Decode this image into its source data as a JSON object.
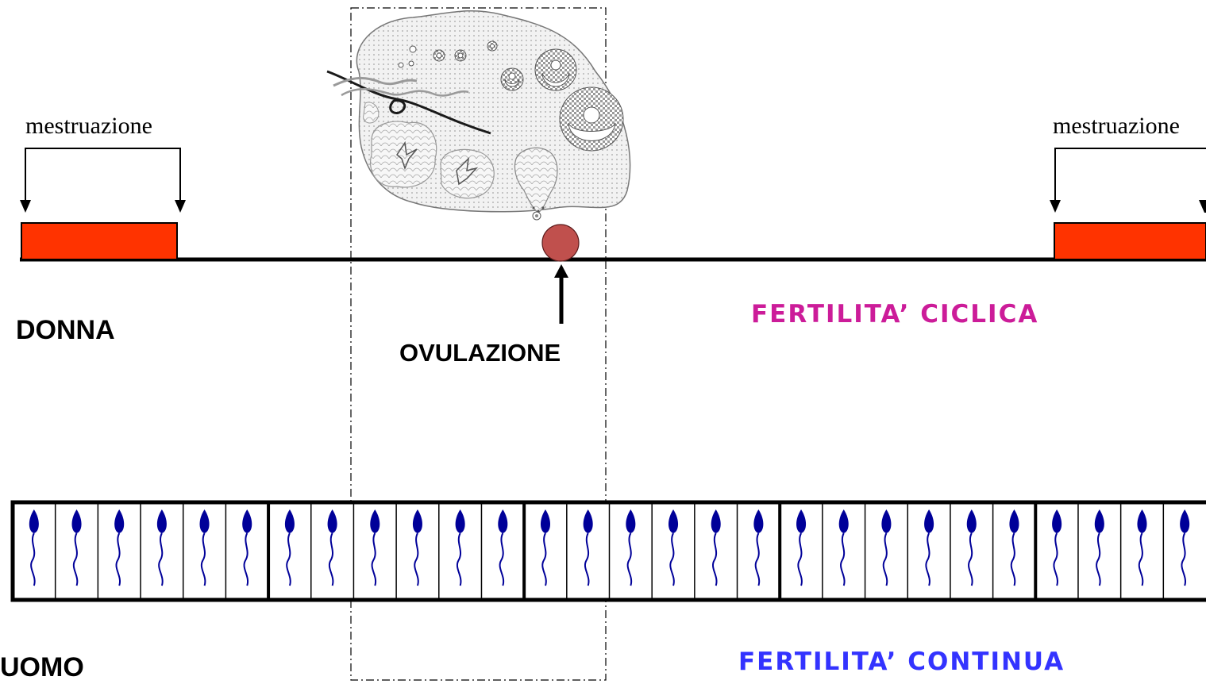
{
  "woman": {
    "label": "DONNA",
    "menstruation_left_label": "mestruazione",
    "menstruation_right_label": "mestruazione",
    "ovulation_label": "OVULAZIONE",
    "fertility_label": "FERTILITA’ CICLICA",
    "fertility_color": "#cc1c99",
    "menstruation_color": "#ff3300",
    "ovum_color": "#c0504d"
  },
  "man": {
    "label": "UOMO",
    "fertility_label": "FERTILITA’ CONTINUA",
    "fertility_color": "#3333ff",
    "sperm_color": "#000099",
    "sperm_count": 28
  },
  "ovary_icon": "ovary-illustration-icon"
}
